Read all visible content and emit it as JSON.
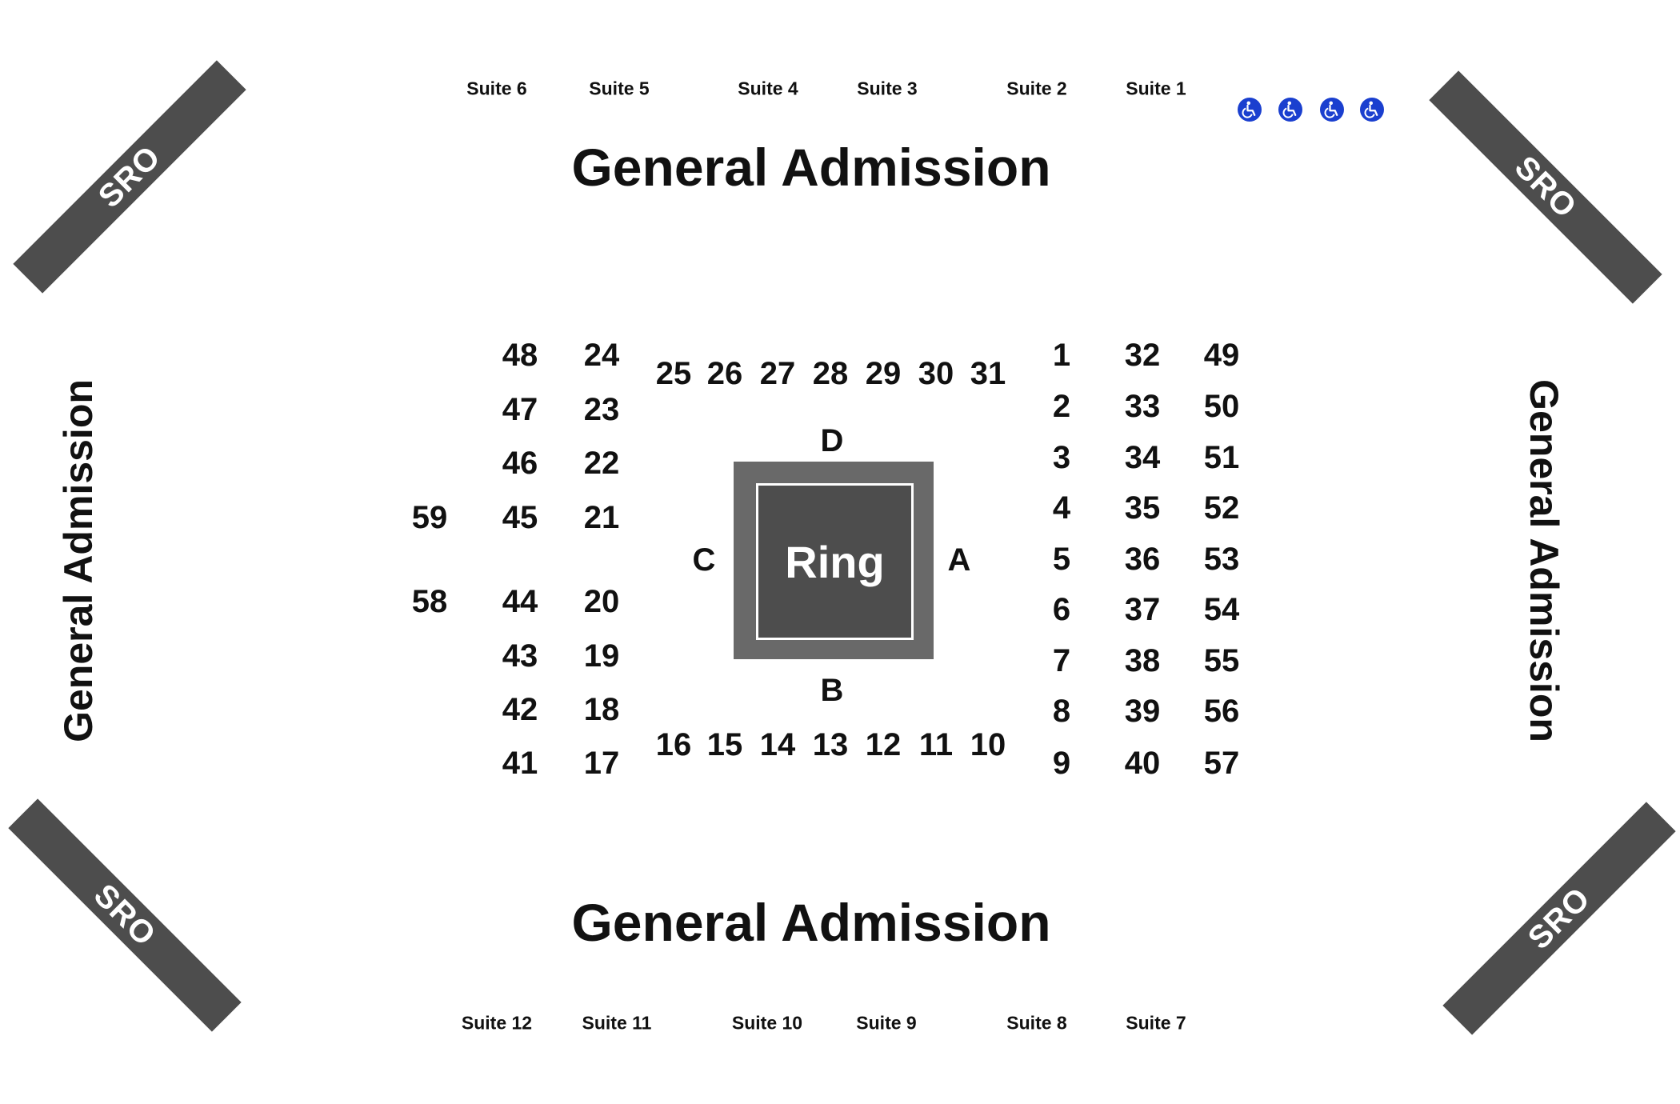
{
  "colors": {
    "sro_fill": "#4d4d4d",
    "ring_outer": "#696969",
    "ring_inner": "#4d4d4d",
    "accessible": "#1a3fcf",
    "text": "#111111"
  },
  "suites_top": [
    "Suite 6",
    "Suite 5",
    "Suite 4",
    "Suite 3",
    "Suite 2",
    "Suite 1"
  ],
  "suites_bottom": [
    "Suite 12",
    "Suite 11",
    "Suite 10",
    "Suite 9",
    "Suite 8",
    "Suite 7"
  ],
  "general_admission": {
    "top": "General Admission",
    "bottom": "General Admission",
    "left": "General Admission",
    "right": "General Admission"
  },
  "sro": {
    "top_left": "SRO",
    "top_right": "SRO",
    "bottom_left": "SRO",
    "bottom_right": "SRO"
  },
  "accessible_icons": [
    "wheelchair-icon",
    "wheelchair-icon",
    "wheelchair-icon",
    "wheelchair-icon"
  ],
  "ring": {
    "label": "Ring",
    "corner_d": "D",
    "corner_a": "A",
    "corner_b": "B",
    "corner_c": "C"
  },
  "sections": {
    "top_row": [
      "25",
      "26",
      "27",
      "28",
      "29",
      "30",
      "31"
    ],
    "bottom_row": [
      "16",
      "15",
      "14",
      "13",
      "12",
      "11",
      "10"
    ],
    "left_inner": [
      "24",
      "23",
      "22",
      "21",
      "20",
      "19",
      "18",
      "17"
    ],
    "left_middle": [
      "48",
      "47",
      "46",
      "45",
      "44",
      "43",
      "42",
      "41"
    ],
    "left_outer": [
      "59",
      "58"
    ],
    "right_inner": [
      "1",
      "2",
      "3",
      "4",
      "5",
      "6",
      "7",
      "8",
      "9"
    ],
    "right_middle": [
      "32",
      "33",
      "34",
      "35",
      "36",
      "37",
      "38",
      "39",
      "40"
    ],
    "right_outer": [
      "49",
      "50",
      "51",
      "52",
      "53",
      "54",
      "55",
      "56",
      "57"
    ]
  }
}
